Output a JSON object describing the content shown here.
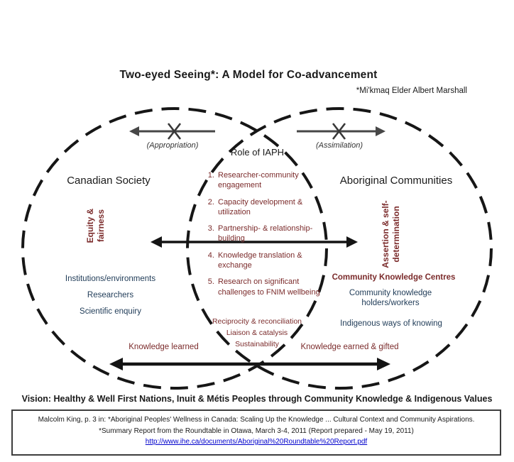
{
  "title": "Two-eyed Seeing*: A Model for Co-advancement",
  "attribution": "*Mi'kmaq Elder Albert Marshall",
  "left_circle": {
    "title": "Canadian Society",
    "vertical_label": "Equity & fairness",
    "items": [
      "Institutions/environments",
      "Researchers",
      "Scientific enquiry"
    ]
  },
  "right_circle": {
    "title": "Aboriginal Communities",
    "vertical_label": "Assertion & self-determination",
    "highlight": "Community Knowledge Centres",
    "items": [
      "Community knowledge holders/workers",
      "Indigenous ways of knowing"
    ]
  },
  "center": {
    "title": "Role of IAPH",
    "items": [
      "Researcher-community engagement",
      "Capacity development & utilization",
      "Partnership- & relationship-building",
      "Knowledge translation & exchange",
      "Research on significant challenges to FNIM wellbeing"
    ],
    "footer_lines": [
      "Reciprocity & reconciliation",
      "Liaison & catalysis",
      "Sustainability"
    ]
  },
  "arrows": {
    "appropriation": "(Appropriation)",
    "assimilation": "(Assimilation)",
    "knowledge_learned": "Knowledge learned",
    "knowledge_earned": "Knowledge earned & gifted"
  },
  "vision": "Vision: Healthy & Well First Nations, Inuit & Métis Peoples through Community Knowledge & Indigenous Values",
  "footer": {
    "line1": "Malcolm King, p. 3 in:  *Aboriginal Peoples' Wellness in Canada:  Scaling Up the Knowledge ... Cultural Context and Community Aspirations.",
    "line2": "*Summary Report from the  Roundtable in Otawa, March 3-4, 2011  (Report prepared - May 19, 2011)",
    "link": "http://www.ihe.ca/documents/Aboriginal%20Roundtable%20Report.pdf"
  },
  "colors": {
    "dark_red": "#7b2b2b",
    "navy": "#1f3b57",
    "link_blue": "#0000cc",
    "arrow_gray": "#474747",
    "arrow_black": "#141414"
  }
}
